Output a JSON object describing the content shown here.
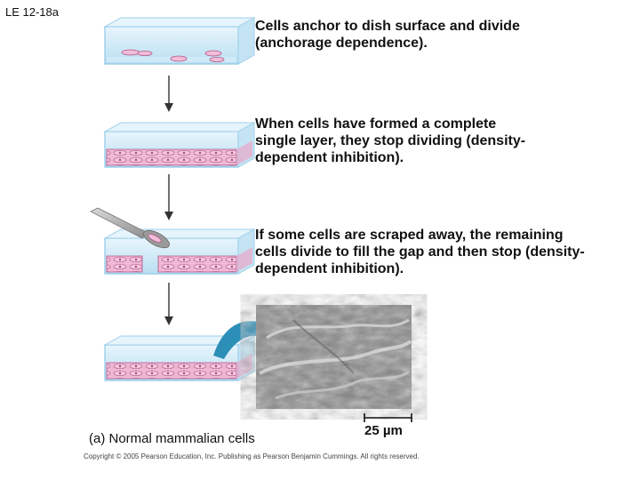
{
  "figure_label": "LE 12-18a",
  "captions": {
    "step1": "Cells anchor to dish surface and divide (anchorage dependence).",
    "step2": "When cells have formed a complete single layer, they stop dividing (density-dependent inhibition).",
    "step3": "If some cells are scraped away, the remaining cells divide to fill the gap and then stop (density-dependent inhibition)."
  },
  "part_label": "(a) Normal mammalian cells",
  "scale_bar_label": "25 µm",
  "copyright": "Copyright © 2005 Pearson Education, Inc. Publishing as Pearson Benjamin Cummings. All rights reserved.",
  "colors": {
    "dish": "#cfe9f7",
    "dish_edge": "#8fc8e6",
    "cell": "#e9a6c8",
    "cell_dark": "#b35588",
    "arrow": "#333333",
    "big_arrow": "#2c8fb8",
    "micrograph": "#8a8a8a"
  }
}
